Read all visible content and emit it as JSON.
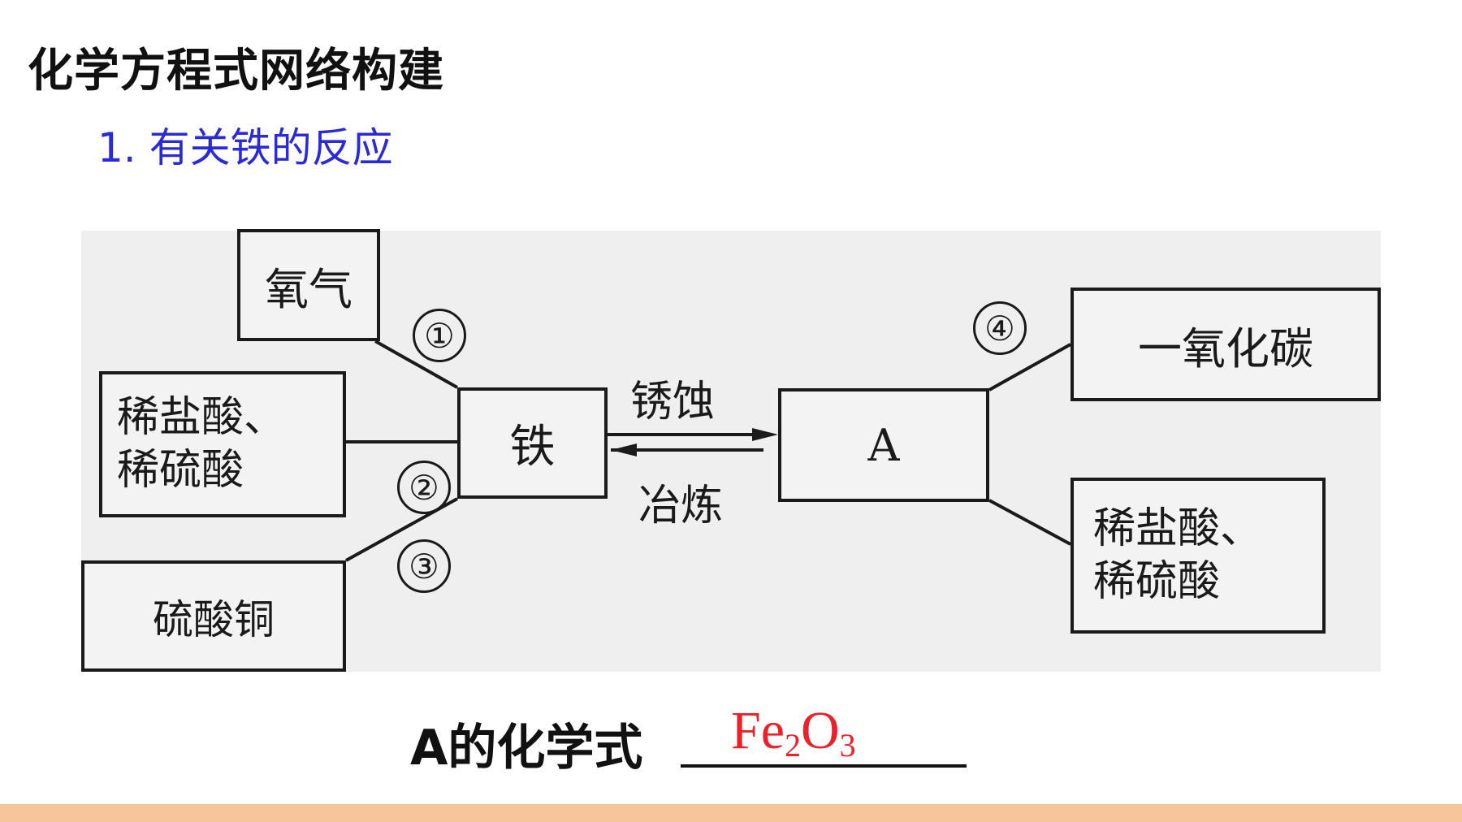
{
  "header": {
    "title": "化学方程式网络构建",
    "subtitle": "1. 有关铁的反应"
  },
  "diagram": {
    "boxes": {
      "oxygen": "氧气",
      "acids_left_line1": "稀盐酸、",
      "acids_left_line2": "稀硫酸",
      "copper_sulfate": "硫酸铜",
      "iron": "铁",
      "a": "A",
      "co": "一氧化碳",
      "acids_right_line1": "稀盐酸、",
      "acids_right_line2": "稀硫酸"
    },
    "arrows": {
      "forward": "锈蚀",
      "backward": "冶炼"
    },
    "numbers": [
      "①",
      "②",
      "③",
      "④"
    ]
  },
  "answer": {
    "prompt": "A的化学式",
    "formula_fe": "Fe",
    "formula_sub1": "2",
    "formula_o": "O",
    "formula_sub2": "3"
  },
  "colors": {
    "subtitle": "#2b2bd6",
    "answer": "#e8232a",
    "bottom_bar": "#f7c59a",
    "diagram_bg": "#efefef"
  }
}
